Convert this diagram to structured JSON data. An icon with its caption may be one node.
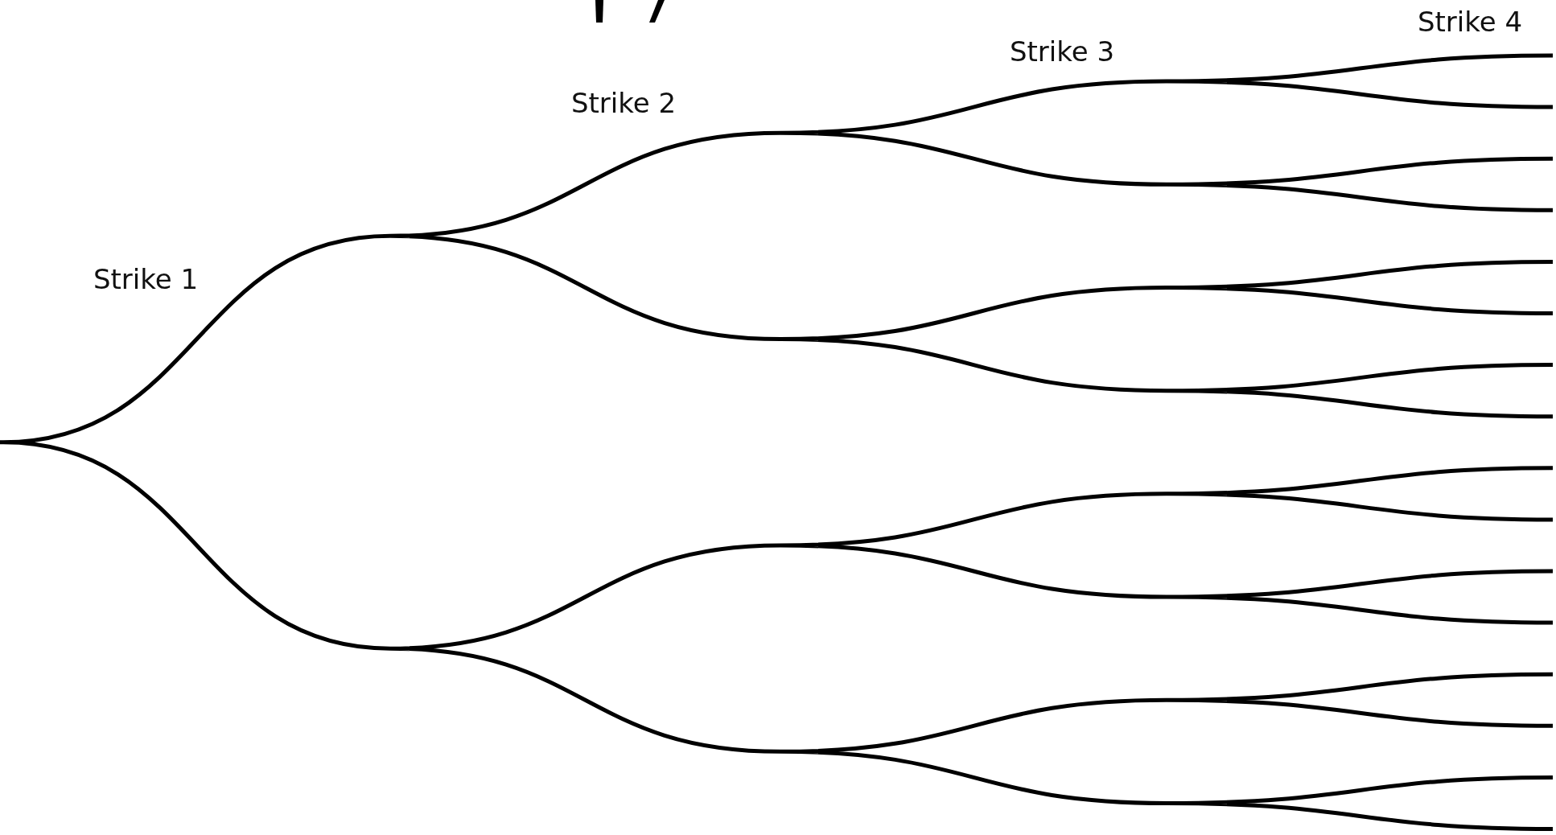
{
  "diagram": {
    "labels": [
      "Strike 1",
      "Strike 2",
      "Strike 3",
      "Strike 4"
    ]
  }
}
